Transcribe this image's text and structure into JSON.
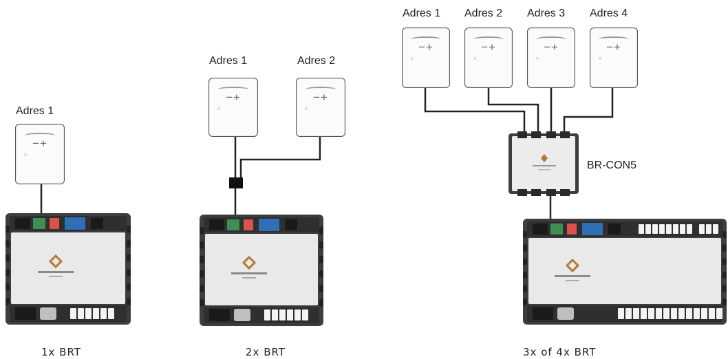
{
  "setups": [
    {
      "caption": "1x BRT",
      "thermostats": [
        {
          "label": "Adres 1",
          "symbol": "−+"
        }
      ]
    },
    {
      "caption": "2x BRT",
      "thermostats": [
        {
          "label": "Adres 1",
          "symbol": "−+"
        },
        {
          "label": "Adres 2",
          "symbol": "−+"
        }
      ]
    },
    {
      "caption": "3x of 4x BRT",
      "connector_label": "BR-CON5",
      "thermostats": [
        {
          "label": "Adres 1",
          "symbol": "−+"
        },
        {
          "label": "Adres 2",
          "symbol": "−+"
        },
        {
          "label": "Adres 3",
          "symbol": "−+"
        },
        {
          "label": "Adres 4",
          "symbol": "−+"
        }
      ]
    }
  ],
  "colors": {
    "wire": "#222222",
    "controller_edge": "#3d3d3d",
    "controller_body": "#e9e9e9",
    "terminal_green": "#3f8f55",
    "terminal_blue": "#2f6fb5",
    "switch_red": "#d9534f"
  }
}
